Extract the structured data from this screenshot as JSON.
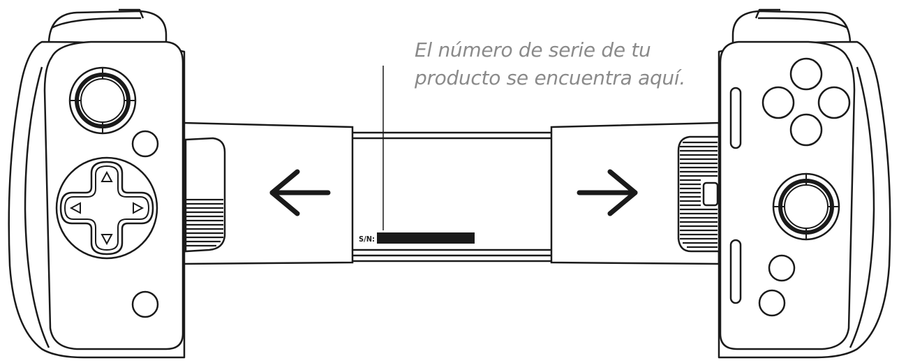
{
  "callout": {
    "line1": "El número de serie de tu",
    "line2": "producto se encuentra aquí."
  },
  "serial": {
    "label": "S/N:"
  },
  "colors": {
    "outline": "#1a1a1a",
    "callout_text": "#8a8a8a",
    "serial_block": "#1a1a1a"
  }
}
